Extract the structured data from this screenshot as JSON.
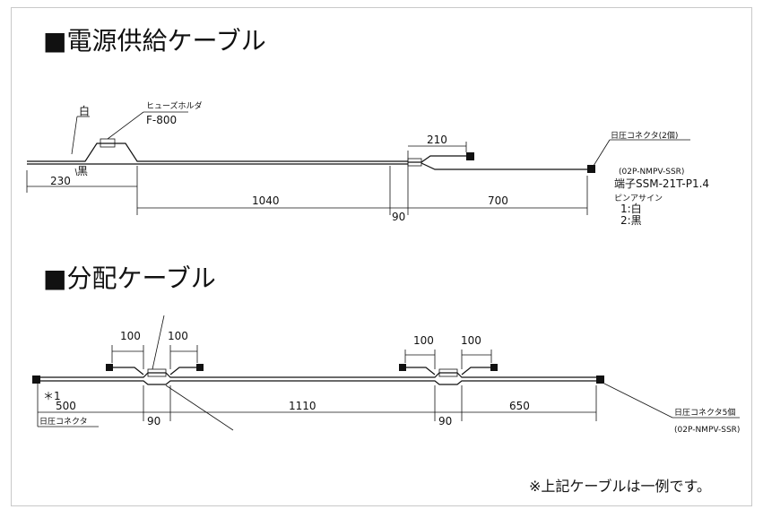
{
  "section1": {
    "title": "■電源供給ケーブル",
    "labels": {
      "white": "白",
      "black": "黒",
      "fuse_holder": "ヒューズホルダ",
      "fuse_model": "F-800",
      "connector": "日圧コネクタ(2個)",
      "connector_spec_1": "(02P-NMPV-SSR)",
      "connector_spec_2": "端子SSM-21T-P1.4",
      "pin_assign": "ピンアサイン",
      "pin1": "1:白",
      "pin2": "2:黒"
    },
    "dimensions": {
      "d230": "230",
      "d1040": "1040",
      "d90": "90",
      "d210": "210",
      "d700": "700"
    }
  },
  "section2": {
    "title": "■分配ケーブル",
    "labels": {
      "star1": "＊1",
      "connector_left": "日圧コネクタ",
      "connector_right": "日圧コネクタ5個",
      "connector_right_spec": "(02P-NMPV-SSR)"
    },
    "dimensions": {
      "d100a": "100",
      "d100b": "100",
      "d100c": "100",
      "d100d": "100",
      "d500": "500",
      "d90a": "90",
      "d1110": "1110",
      "d90b": "90",
      "d650": "650"
    }
  },
  "note": "※上記ケーブルは一例です。"
}
